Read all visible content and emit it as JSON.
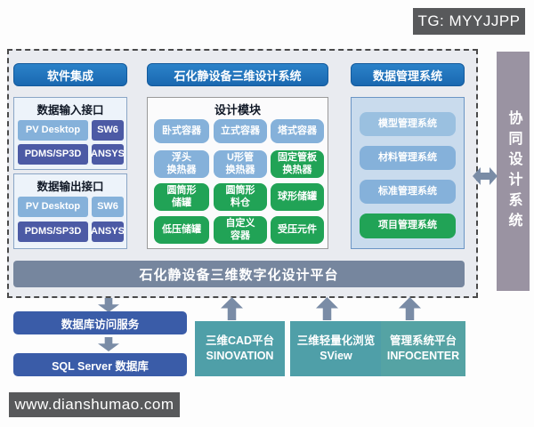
{
  "badge_tg": "TG: MYYJJPP",
  "watermark_site": "www.dianshumao.com",
  "colors": {
    "header_blue": "#1c70b8",
    "lightblue_node": "#85b1da",
    "purple_node": "#4c5aa5",
    "green_node": "#21a356",
    "platform_slate": "#76869e",
    "db_blue": "#3a5ca8",
    "teal_box": "#4f9fa8",
    "collab_gray": "#9a93a2",
    "badge_gray": "#58595b",
    "arrow_gray": "#7a8ca6"
  },
  "left": {
    "header": "软件集成",
    "input": {
      "title": "数据输入接口",
      "buttons": [
        {
          "label": "PV Desktop",
          "color": "lightblue"
        },
        {
          "label": "SW6",
          "color": "purple"
        },
        {
          "label": "PDMS/SP3D",
          "color": "purple"
        },
        {
          "label": "ANSYS",
          "color": "purple"
        }
      ]
    },
    "output": {
      "title": "数据输出接口",
      "buttons": [
        {
          "label": "PV Desktop",
          "color": "lightblue"
        },
        {
          "label": "SW6",
          "color": "lightblue"
        },
        {
          "label": "PDMS/SP3D",
          "color": "purple"
        },
        {
          "label": "ANSYS",
          "color": "purple"
        }
      ]
    }
  },
  "center": {
    "header": "石化静设备三维设计系统",
    "module_title": "设计模块",
    "modules": [
      {
        "label": "卧式容器",
        "color": "lightblue"
      },
      {
        "label": "立式容器",
        "color": "lightblue"
      },
      {
        "label": "塔式容器",
        "color": "lightblue"
      },
      {
        "label": "浮头\n换热器",
        "color": "lightblue"
      },
      {
        "label": "U形管\n换热器",
        "color": "lightblue"
      },
      {
        "label": "固定管板\n换热器",
        "color": "green"
      },
      {
        "label": "圆筒形\n储罐",
        "color": "green"
      },
      {
        "label": "圆筒形\n料仓",
        "color": "green"
      },
      {
        "label": "球形储罐",
        "color": "green"
      },
      {
        "label": "低压储罐",
        "color": "green"
      },
      {
        "label": "自定义\n容器",
        "color": "green"
      },
      {
        "label": "受压元件",
        "color": "green"
      }
    ]
  },
  "right": {
    "header": "数据管理系统",
    "systems": [
      {
        "label": "模型管理系统",
        "color": "lightblue"
      },
      {
        "label": "材料管理系统",
        "color": "lightblue"
      },
      {
        "label": "标准管理系统",
        "color": "lightblue"
      },
      {
        "label": "项目管理系统",
        "color": "green"
      }
    ]
  },
  "platform_bar": "石化静设备三维数字化设计平台",
  "collaboration_bar": "协同设计系统",
  "bottom": {
    "db_service": "数据库访问服务",
    "db_server": "SQL Server 数据库",
    "platforms": [
      {
        "line1": "三维CAD平台",
        "line2": "SINOVATION"
      },
      {
        "line1": "三维轻量化浏览",
        "line2": "SView"
      },
      {
        "line1": "管理系统平台",
        "line2": "INFOCENTER"
      }
    ]
  }
}
